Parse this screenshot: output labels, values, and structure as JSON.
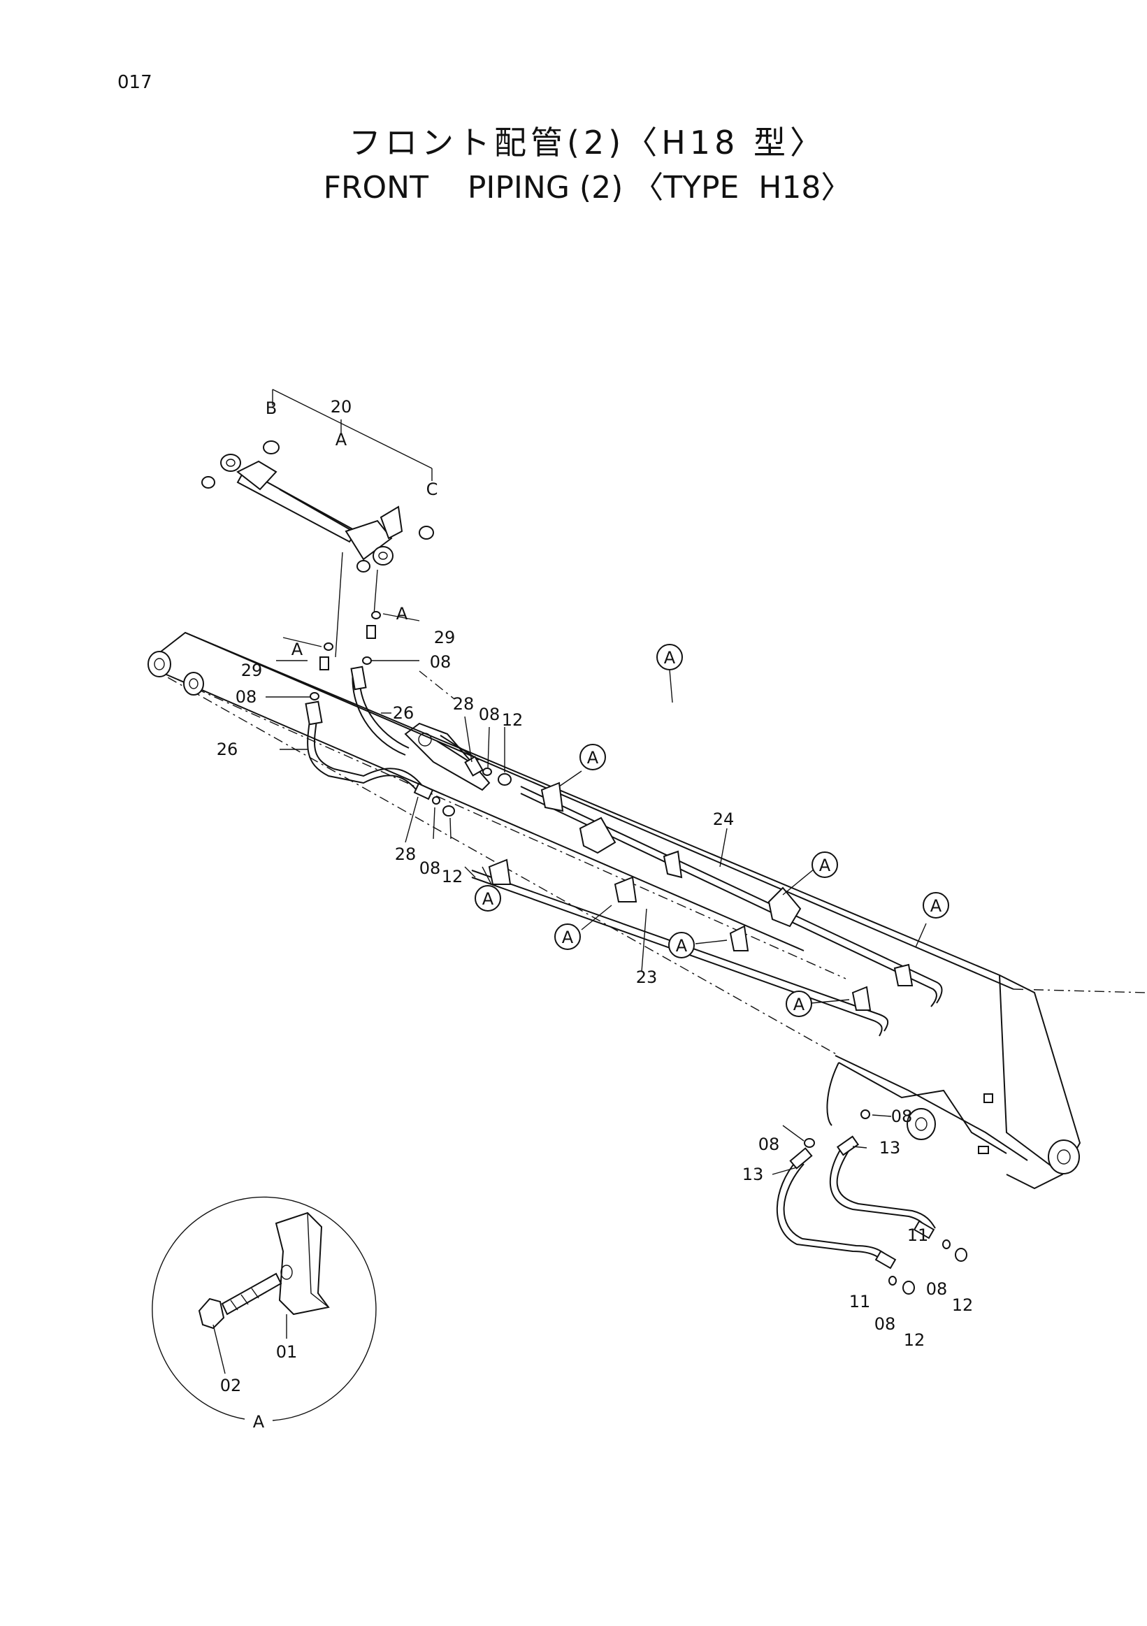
{
  "page_number": "017",
  "title_jp": "フロント配管(2)〈H18 型〉",
  "title_en": "FRONT    PIPING (2) 〈TYPE  H18〉",
  "detail_view_label": "A",
  "callout_symbol": "A",
  "part_labels": {
    "p20": "20",
    "b": "B",
    "a_top": "A",
    "c": "C",
    "a_left": "A",
    "a_right": "A",
    "p29_left": "29",
    "p29_right": "29",
    "p08_1": "08",
    "p08_2": "08",
    "p08_3": "08",
    "p08_4": "08",
    "p08_5": "08",
    "p08_6": "08",
    "p08_7": "08",
    "p08_8": "08",
    "p26_left": "26",
    "p26_right": "26",
    "p28_top": "28",
    "p28_bot": "28",
    "p12_1": "12",
    "p12_2": "12",
    "p12_3": "12",
    "p12_4": "12",
    "p24": "24",
    "p23": "23",
    "p13_left": "13",
    "p13_right": "13",
    "p11_left": "11",
    "p11_right": "11",
    "p01": "01",
    "p02": "02"
  }
}
